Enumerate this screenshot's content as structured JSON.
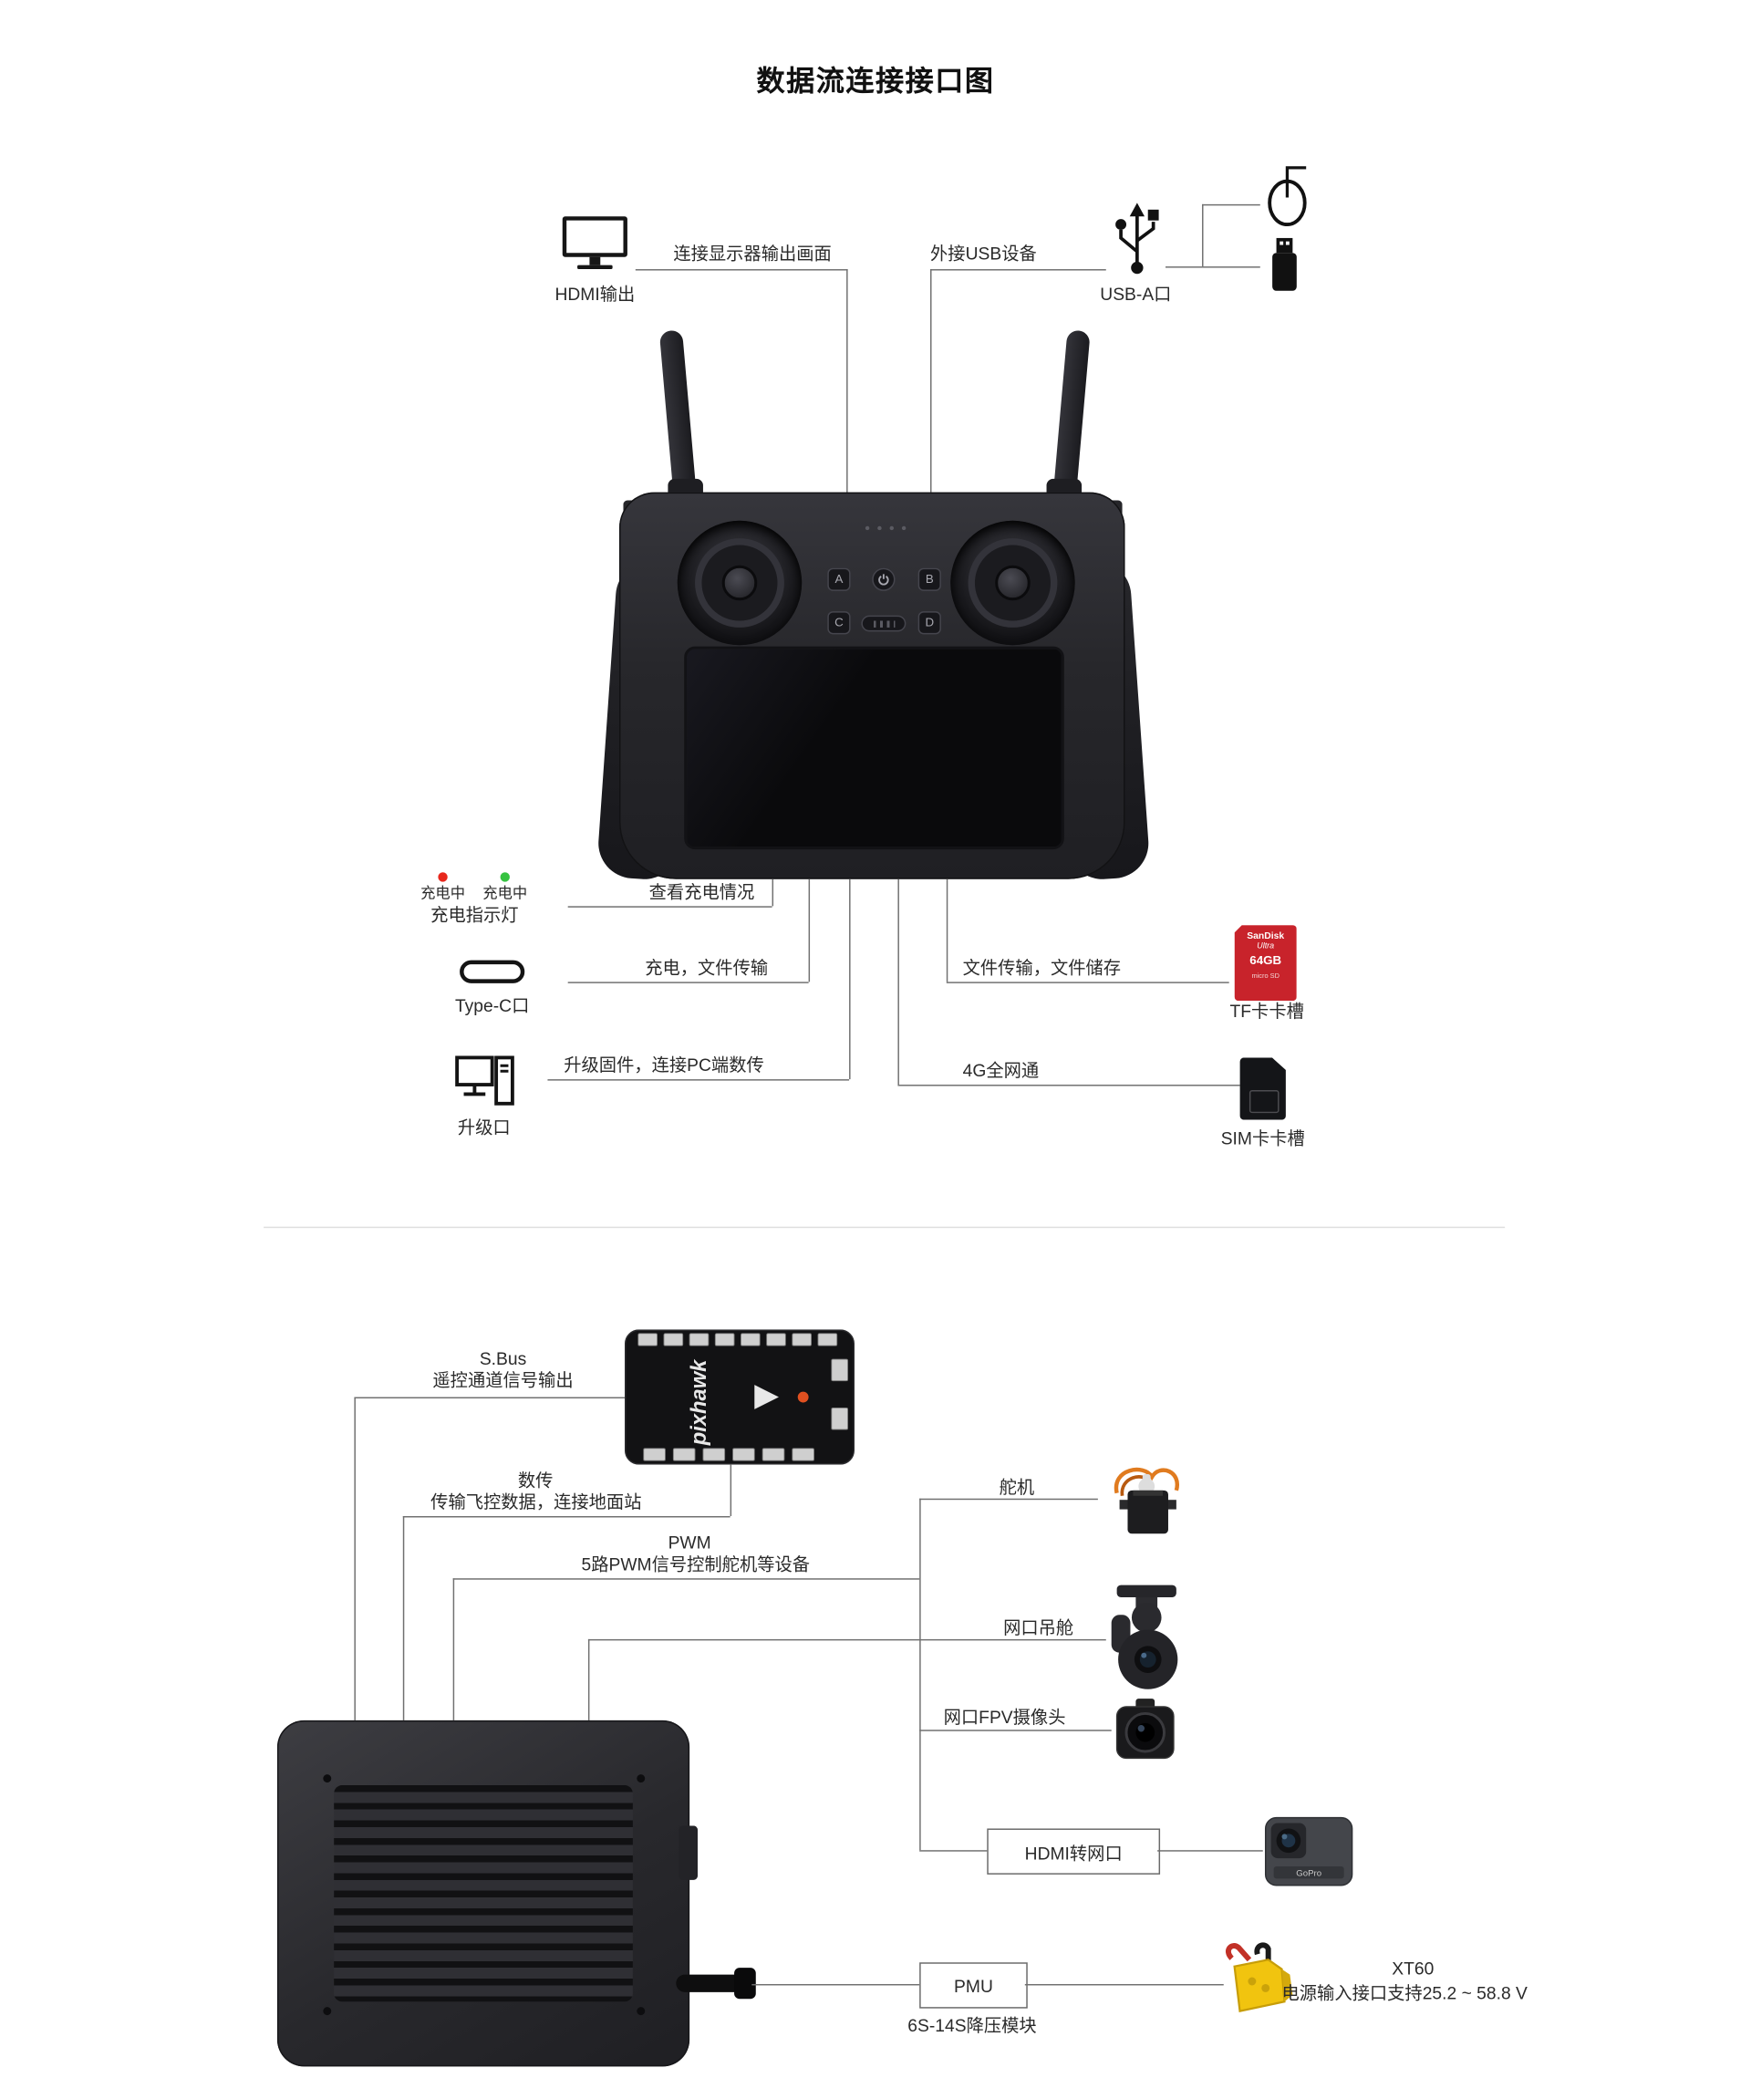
{
  "title": "数据流连接接口图",
  "top": {
    "hdmi": {
      "label": "HDMI输出",
      "desc": "连接显示器输出画面"
    },
    "usb": {
      "desc": "外接USB设备",
      "label": "USB-A口"
    },
    "charge": {
      "led_red_label": "充电中",
      "led_green_label": "充电中",
      "label": "充电指示灯",
      "desc": "查看充电情况",
      "led_red_color": "#e8271c",
      "led_green_color": "#35c240"
    },
    "typec": {
      "label": "Type-C口",
      "desc": "充电，文件传输"
    },
    "upgrade": {
      "label": "升级口",
      "desc": "升级固件，连接PC端数传"
    },
    "tf": {
      "label": "TF卡卡槽",
      "desc": "文件传输，文件储存"
    },
    "sim": {
      "label": "SIM卡卡槽",
      "desc": "4G全网通"
    }
  },
  "controller": {
    "btn_a": "A",
    "btn_b": "B",
    "btn_c": "C",
    "btn_d": "D"
  },
  "bottom": {
    "sbus": {
      "title": "S.Bus",
      "desc": "遥控通道信号输出"
    },
    "telemetry": {
      "title": "数传",
      "desc": "传输飞控数据，连接地面站"
    },
    "pwm": {
      "title": "PWM",
      "desc": "5路PWM信号控制舵机等设备"
    },
    "servo_label": "舵机",
    "gimbal_label": "网口吊舱",
    "fpv_label": "网口FPV摄像头",
    "hdmi_converter_label": "HDMI转网口",
    "pmu": {
      "label": "PMU",
      "sub": "6S-14S降压模块"
    },
    "xt60": {
      "label": "XT60",
      "desc": "电源输入接口支持25.2 ~ 58.8 V"
    }
  },
  "devices": {
    "pixhawk_text": "pixhawk",
    "sd_line1": "SanDisk",
    "sd_line2": "Ultra",
    "sd_size": "64GB",
    "sd_type": "micro SD",
    "gopro_text": "GoPro"
  }
}
